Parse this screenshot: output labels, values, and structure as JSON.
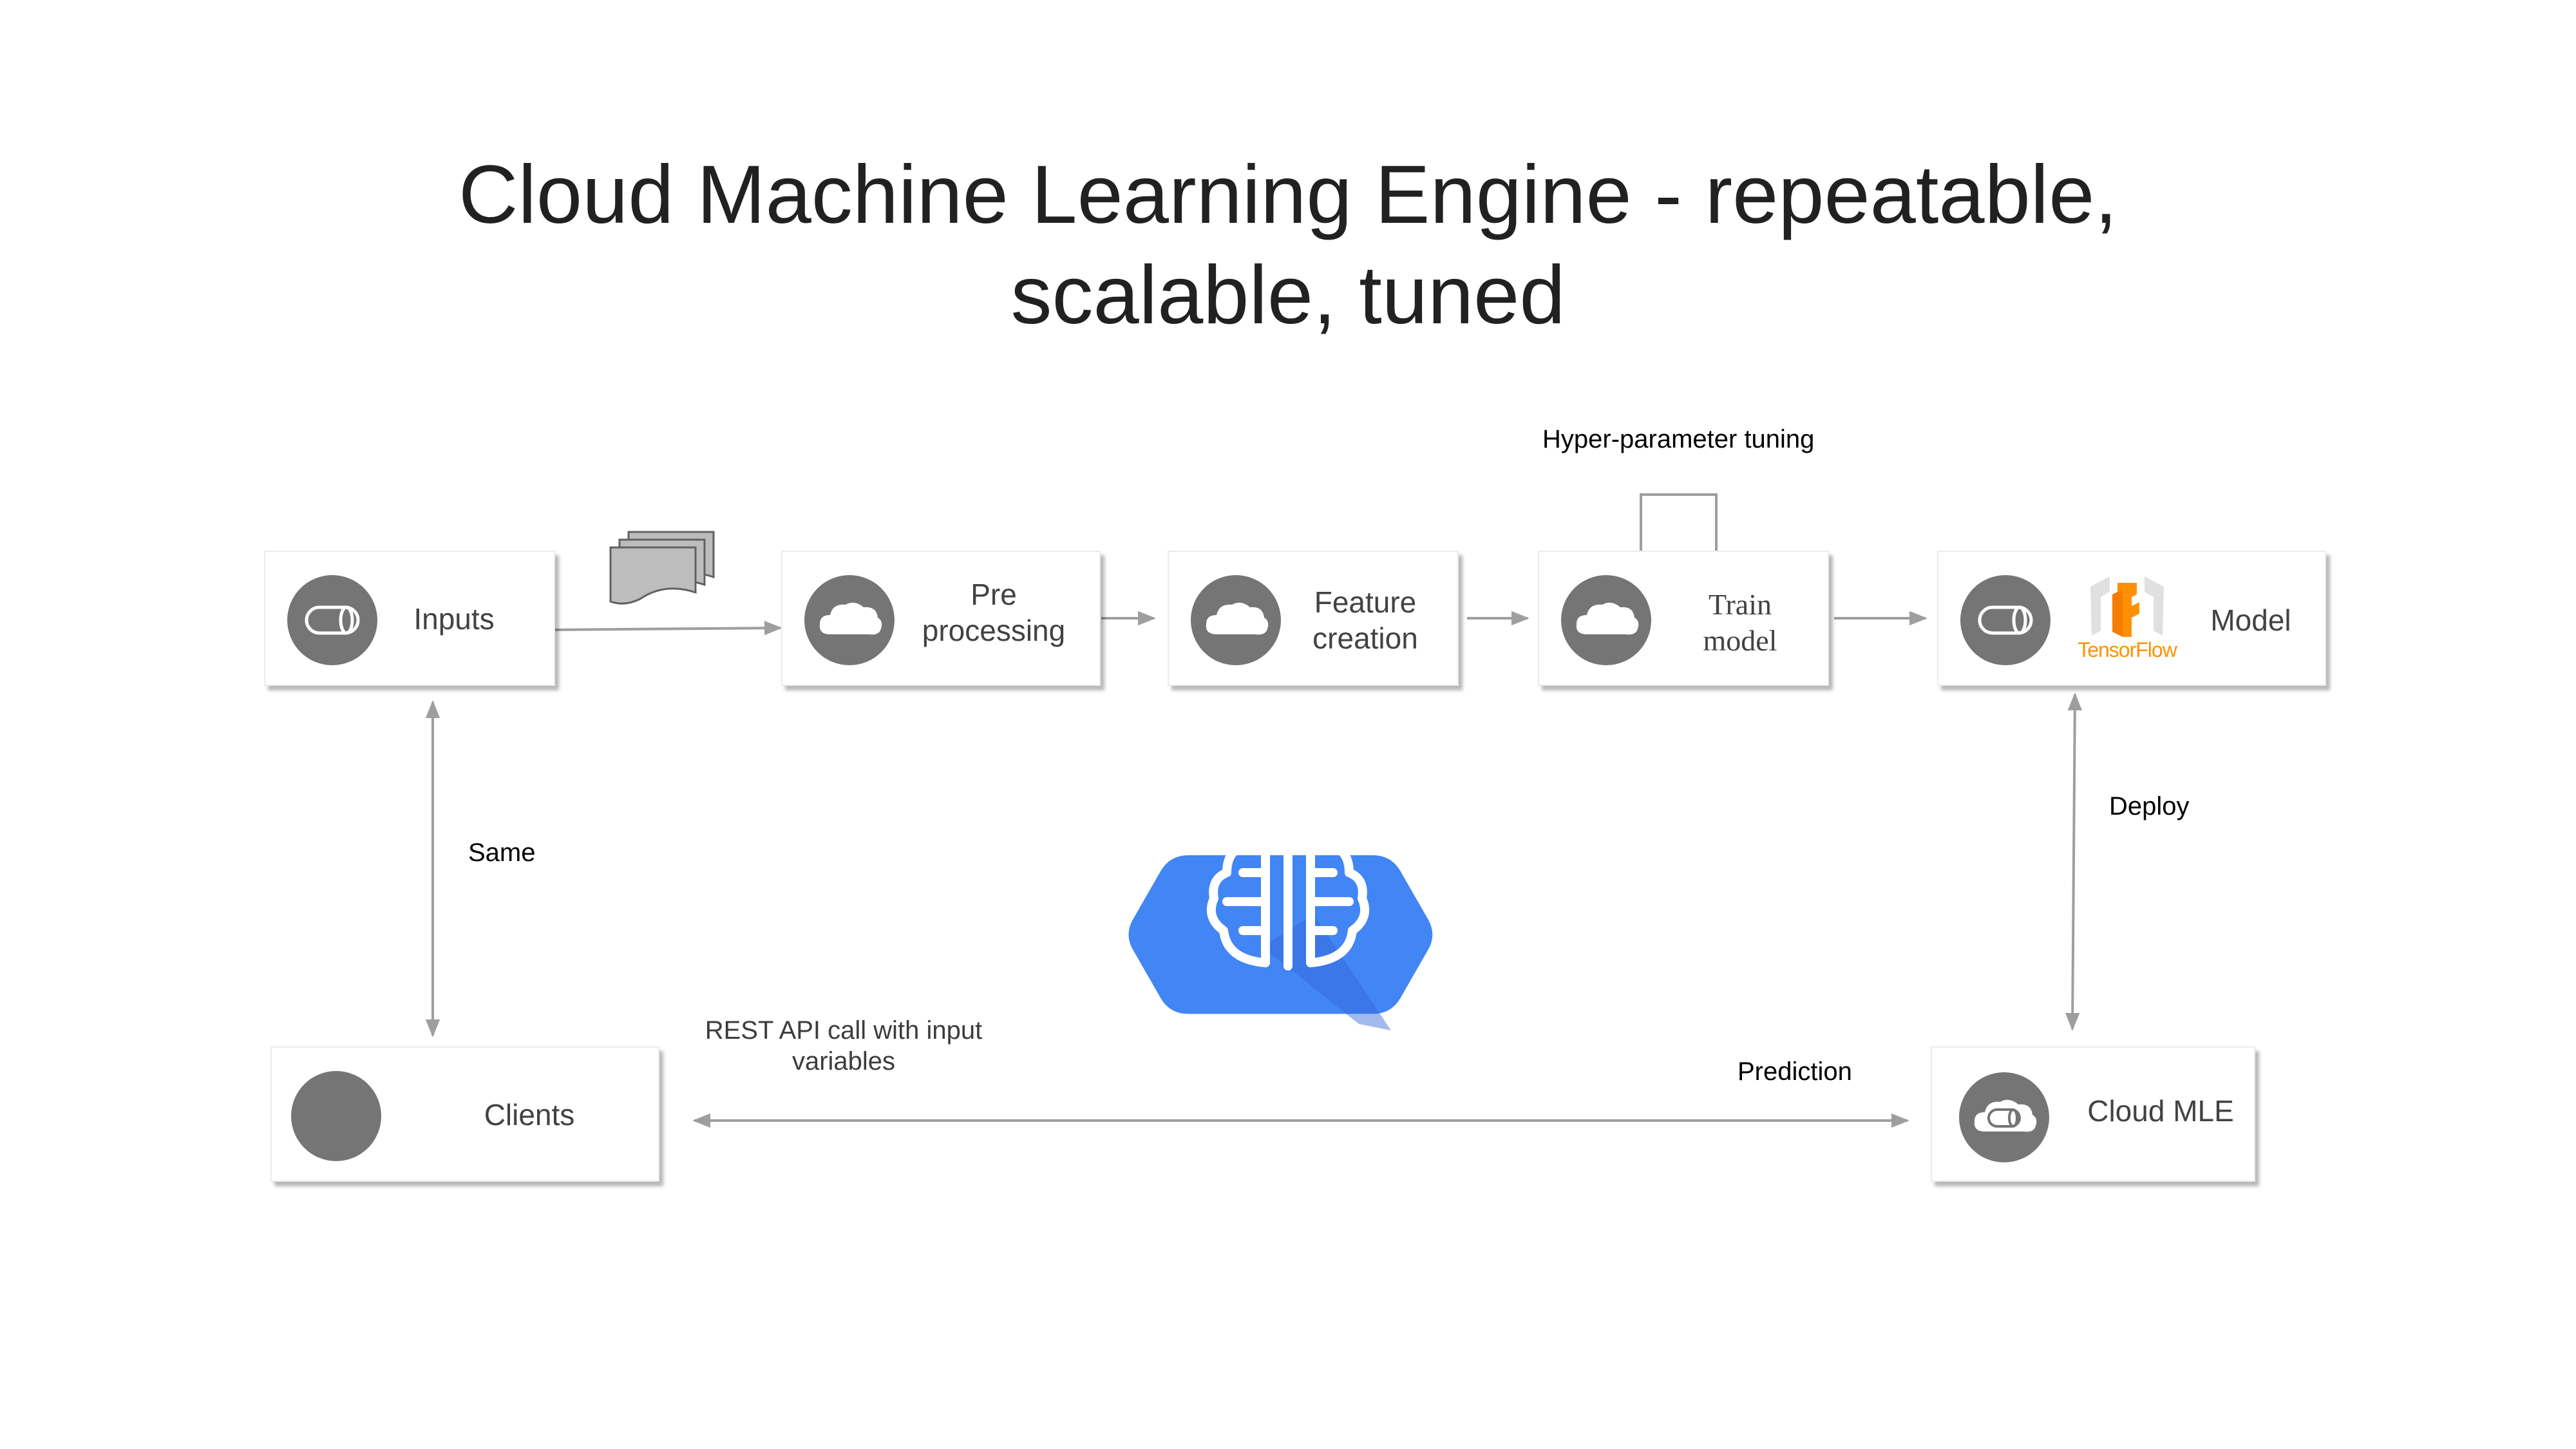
{
  "title": {
    "line1": "Cloud Machine Learning Engine - repeatable,",
    "line2": "scalable, tuned"
  },
  "nodes": {
    "inputs": "Inputs",
    "preprocessing": {
      "line1": "Pre",
      "line2": "processing"
    },
    "feature_creation": {
      "line1": "Feature",
      "line2": "creation"
    },
    "train_model": {
      "line1": "Train",
      "line2": "model"
    },
    "model": "Model",
    "tensorflow_logo_text": "TensorFlow",
    "clients": "Clients",
    "cloud_mle": "Cloud MLE"
  },
  "edge_labels": {
    "hyperparameter_tuning": "Hyper-parameter tuning",
    "same": "Same",
    "deploy": "Deploy",
    "rest_api": {
      "line1": "REST API call with input",
      "line2": "variables"
    },
    "prediction": "Prediction"
  },
  "colors": {
    "icon_gray": "#757575",
    "arrow_gray": "#9e9e9e",
    "hex_blue": "#4285f4",
    "hex_shadow": "#3367d6",
    "tf_orange": "#ff9100",
    "tf_gray": "#9e9e9e"
  }
}
